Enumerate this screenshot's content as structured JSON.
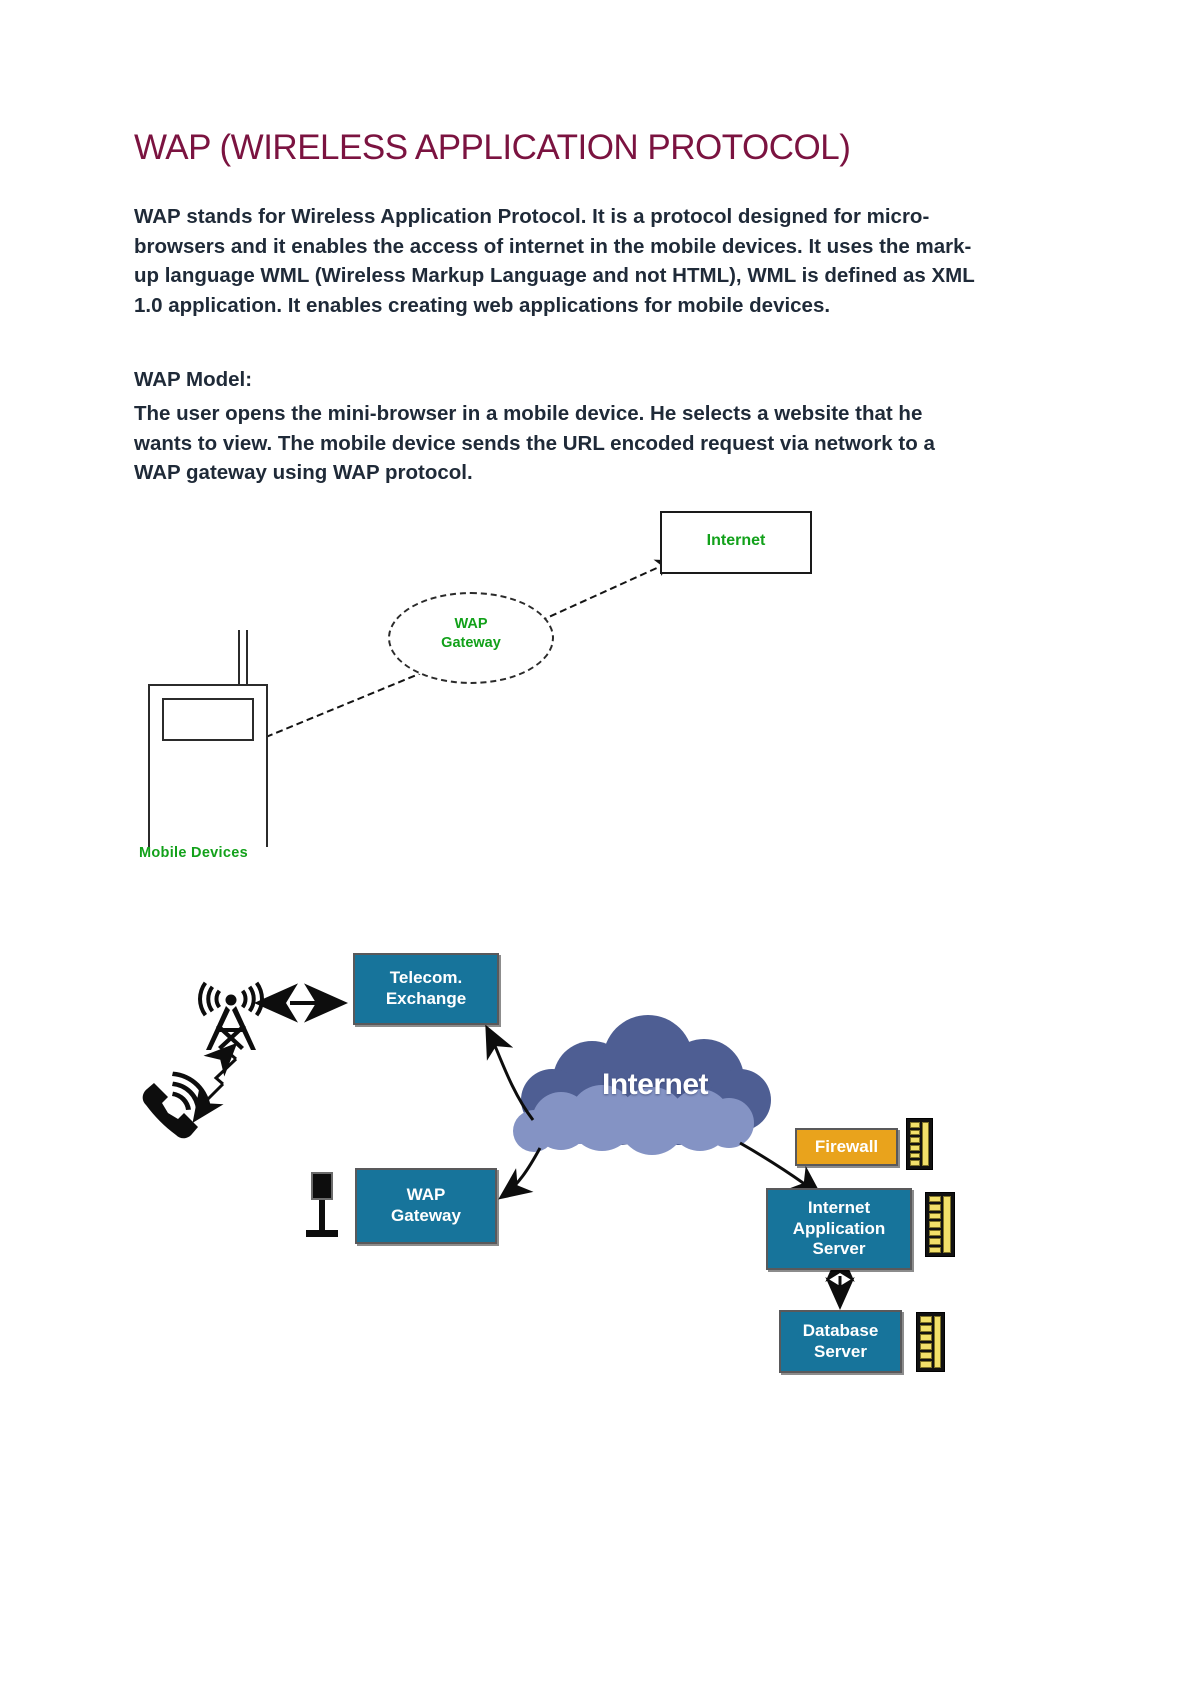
{
  "document": {
    "title": "WAP (WIRELESS APPLICATION PROTOCOL)",
    "title_color": "#7B1340",
    "paragraphs": {
      "intro_bold_1": "WAP",
      "intro_mid_1": " stands for ",
      "intro_bold_2": "Wireless Application Protocol",
      "intro_rest": ". It is a protocol designed for micro-browsers and it enables the access of internet in the mobile devices. It uses the mark-up language WML (Wireless Markup Language and not HTML), WML is defined as XML 1.0 application. It enables creating web applications for mobile devices.",
      "model_heading": "WAP Model:",
      "model_body": "The user opens the mini-browser in a mobile device. He selects a website that he wants to view. The mobile device sends the URL encoded request via network to a WAP gateway using WAP protocol."
    }
  },
  "figure1": {
    "caption_color": "#12A11A",
    "internet_box_label": "Internet",
    "gateway_label_line1": "WAP",
    "gateway_label_line2": "Gateway",
    "mobile_devices_label": "Mobile Devices"
  },
  "figure2": {
    "box_color": "#17749B",
    "firewall_color": "#E9A31C",
    "cloud_label": "Internet",
    "telecom_exchange_line1": "Telecom.",
    "telecom_exchange_line2": "Exchange",
    "wap_gateway_line1": "WAP",
    "wap_gateway_line2": "Gateway",
    "firewall_label": "Firewall",
    "app_server_line1": "Internet",
    "app_server_line2": "Application",
    "app_server_line3": "Server",
    "db_server_line1": "Database",
    "db_server_line2": "Server"
  }
}
